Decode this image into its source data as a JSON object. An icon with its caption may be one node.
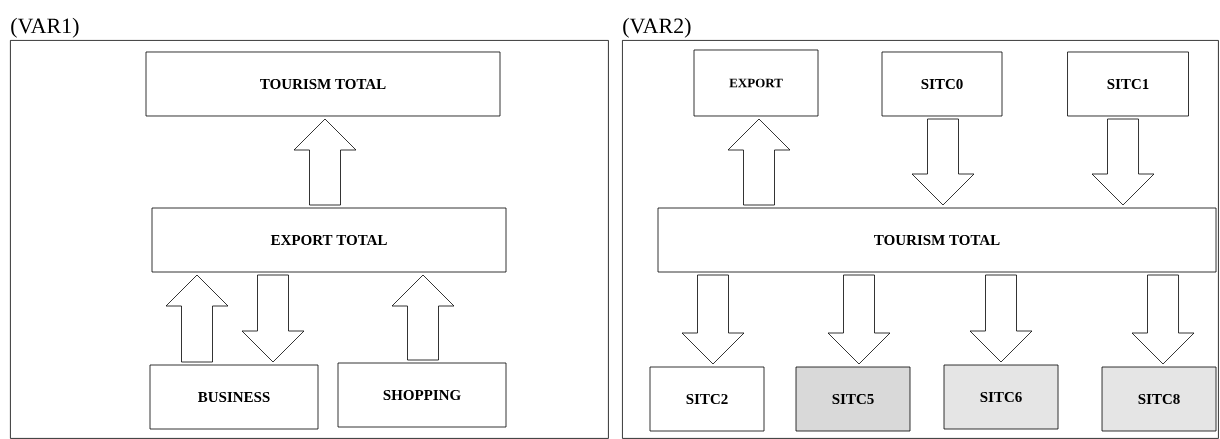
{
  "diagram": {
    "nodes": [
      {
        "text": [
          "(VAR1)"
        ]
      },
      {
        "text": [
          "TOURISM TOTAL"
        ],
        "in": 0
      },
      {
        "text": [
          "EXPORT TOTAL"
        ],
        "in": 0
      },
      {
        "text": [
          "BUSINESS"
        ],
        "in": 0
      },
      {
        "text": [
          "SHOPPING"
        ],
        "in": 0
      },
      {
        "text": [
          "(VAR2)"
        ]
      },
      {
        "text": [
          "EXPORT"
        ],
        "in": 5
      },
      {
        "text": [
          "SITC0"
        ],
        "in": 5
      },
      {
        "text": [
          "SITC1"
        ],
        "in": 5
      },
      {
        "text": [
          "TOURISM TOTAL"
        ],
        "in": 5
      },
      {
        "text": [
          "SITC2"
        ],
        "in": 5
      },
      {
        "text": [
          "SITC5"
        ],
        "in": 5
      },
      {
        "text": [
          "SITC6"
        ],
        "in": 5
      },
      {
        "text": [
          "SITC8"
        ],
        "in": 5
      }
    ],
    "edges": [
      {
        "from": 2,
        "to": 1,
        "arrow": "to"
      },
      {
        "from": 3,
        "to": 2,
        "arrow": "to"
      },
      {
        "from": 2,
        "to": 3,
        "arrow": "to"
      },
      {
        "from": 4,
        "to": 2,
        "arrow": "to"
      },
      {
        "from": 9,
        "to": 6,
        "arrow": "to"
      },
      {
        "from": 7,
        "to": 9,
        "arrow": "to"
      },
      {
        "from": 8,
        "to": 9,
        "arrow": "to"
      },
      {
        "from": 9,
        "to": 10,
        "arrow": "to"
      },
      {
        "from": 9,
        "to": 11,
        "arrow": "to"
      },
      {
        "from": 9,
        "to": 12,
        "arrow": "to"
      },
      {
        "from": 9,
        "to": 13,
        "arrow": "to"
      }
    ]
  }
}
